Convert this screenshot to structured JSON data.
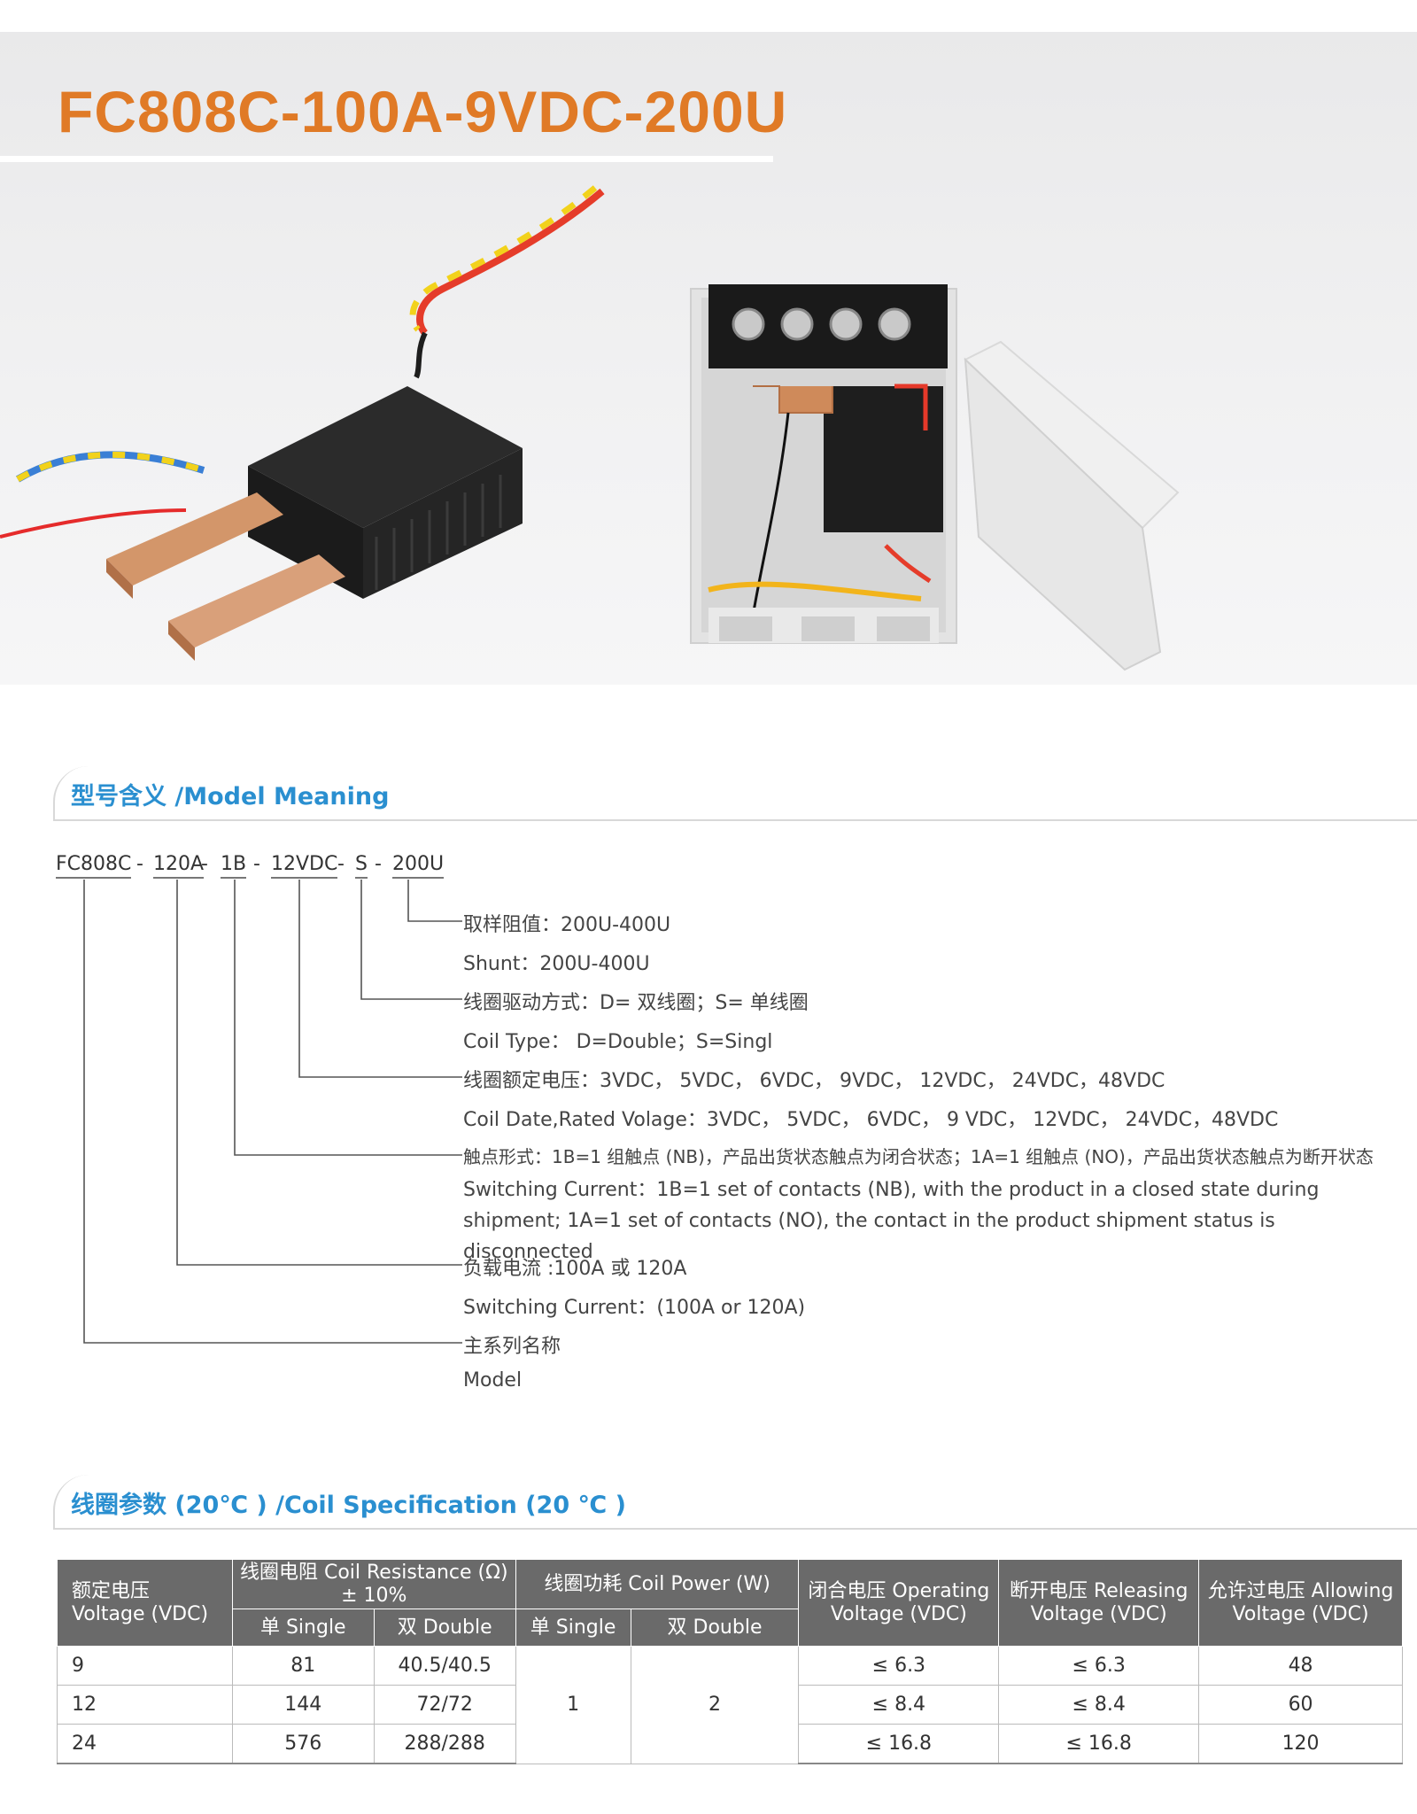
{
  "hero": {
    "title": "FC808C-100A-9VDC-200U"
  },
  "model_meaning": {
    "heading": "型号含义 /Model Meaning",
    "code_parts": [
      "FC808C",
      "120A",
      "1B",
      "12VDC",
      "S",
      "200U"
    ],
    "separator": "-",
    "descriptions": {
      "shunt_cn": "取样阻值：200U-400U",
      "shunt_en": "Shunt：200U-400U",
      "coil_type_cn": "线圈驱动方式：D= 双线圈；S= 单线圈",
      "coil_type_en": "Coil Type： D=Double；S=Singl",
      "voltage_cn": "线圈额定电压：3VDC， 5VDC， 6VDC， 9VDC， 12VDC， 24VDC，48VDC",
      "voltage_en": "Coil Date,Rated Volage：3VDC， 5VDC， 6VDC， 9 VDC， 12VDC， 24VDC，48VDC",
      "contact_cn": "触点形式：1B=1 组触点 (NB)，产品出货状态触点为闭合状态；1A=1 组触点 (NO)，产品出货状态触点为断开状态",
      "contact_en": "Switching Current：1B=1 set of contacts (NB), with the product in a closed state during shipment; 1A=1 set of contacts (NO), the contact in the product shipment status is disconnected",
      "current_cn": "负载电流 :100A 或 120A",
      "current_en": "Switching Current：(100A or 120A)",
      "model_cn": "主系列名称",
      "model_en": "Model"
    }
  },
  "coil_spec": {
    "heading": "线圈参数 (20℃ ) /Coil Specification (20 ℃ )",
    "headers": {
      "rated_voltage": "额定电压 Voltage (VDC)",
      "coil_resistance": "线圈电阻 Coil Resistance (Ω) ± 10%",
      "coil_power": "线圈功耗 Coil Power (W)",
      "single": "单 Single",
      "double": "双 Double",
      "operating": "闭合电压 Operating Voltage (VDC)",
      "releasing": "断开电压 Releasing Voltage (VDC)",
      "allowing": "允许过电压 Allowing Voltage (VDC)"
    },
    "rows": [
      {
        "voltage": "9",
        "res_single": "81",
        "res_double": "40.5/40.5",
        "operating": "≤ 6.3",
        "releasing": "≤ 6.3",
        "allowing": "48"
      },
      {
        "voltage": "12",
        "res_single": "144",
        "res_double": "72/72",
        "operating": "≤ 8.4",
        "releasing": "≤ 8.4",
        "allowing": "60"
      },
      {
        "voltage": "24",
        "res_single": "576",
        "res_double": "288/288",
        "operating": "≤ 16.8",
        "releasing": "≤ 16.8",
        "allowing": "120"
      }
    ],
    "power_single": "1",
    "power_double": "2"
  },
  "colors": {
    "title_orange": "#e07a26",
    "heading_blue": "#2a8fd0",
    "table_header_gray": "#6a6a6a"
  }
}
